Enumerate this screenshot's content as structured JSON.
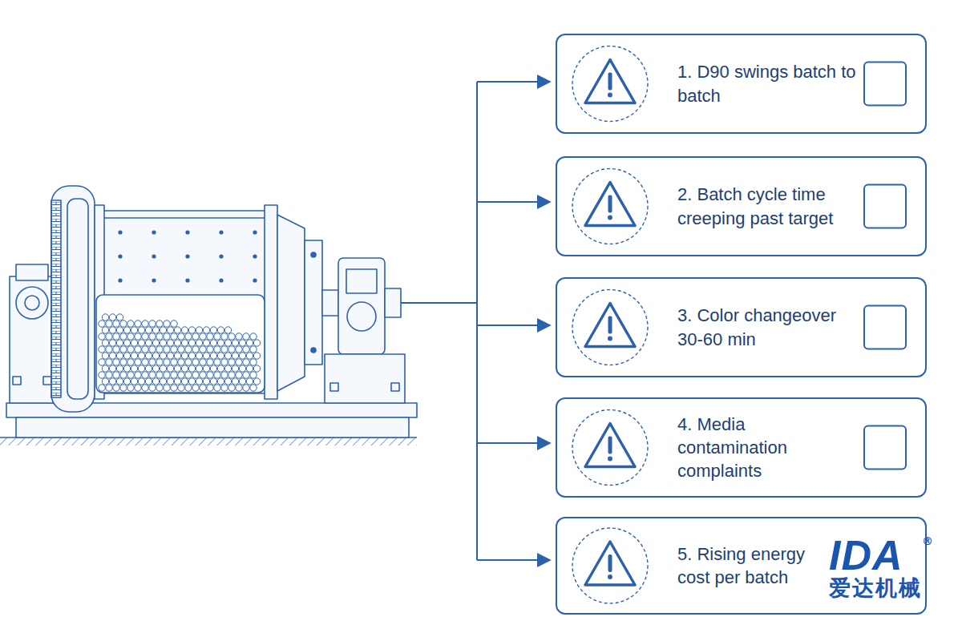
{
  "diagram": {
    "nodes": [
      {
        "text": [
          "1. D90 swings batch to batch"
        ]
      },
      {
        "text": [
          "2. Batch cycle time creeping past target"
        ]
      },
      {
        "text": [
          "3. Color changeover 30-60 min"
        ]
      },
      {
        "text": [
          "4. Media contamination complaints"
        ]
      },
      {
        "text": [
          "5. Rising energy cost per batch"
        ]
      }
    ],
    "labels": [
      "IDA",
      "®",
      "爱达机械"
    ]
  }
}
